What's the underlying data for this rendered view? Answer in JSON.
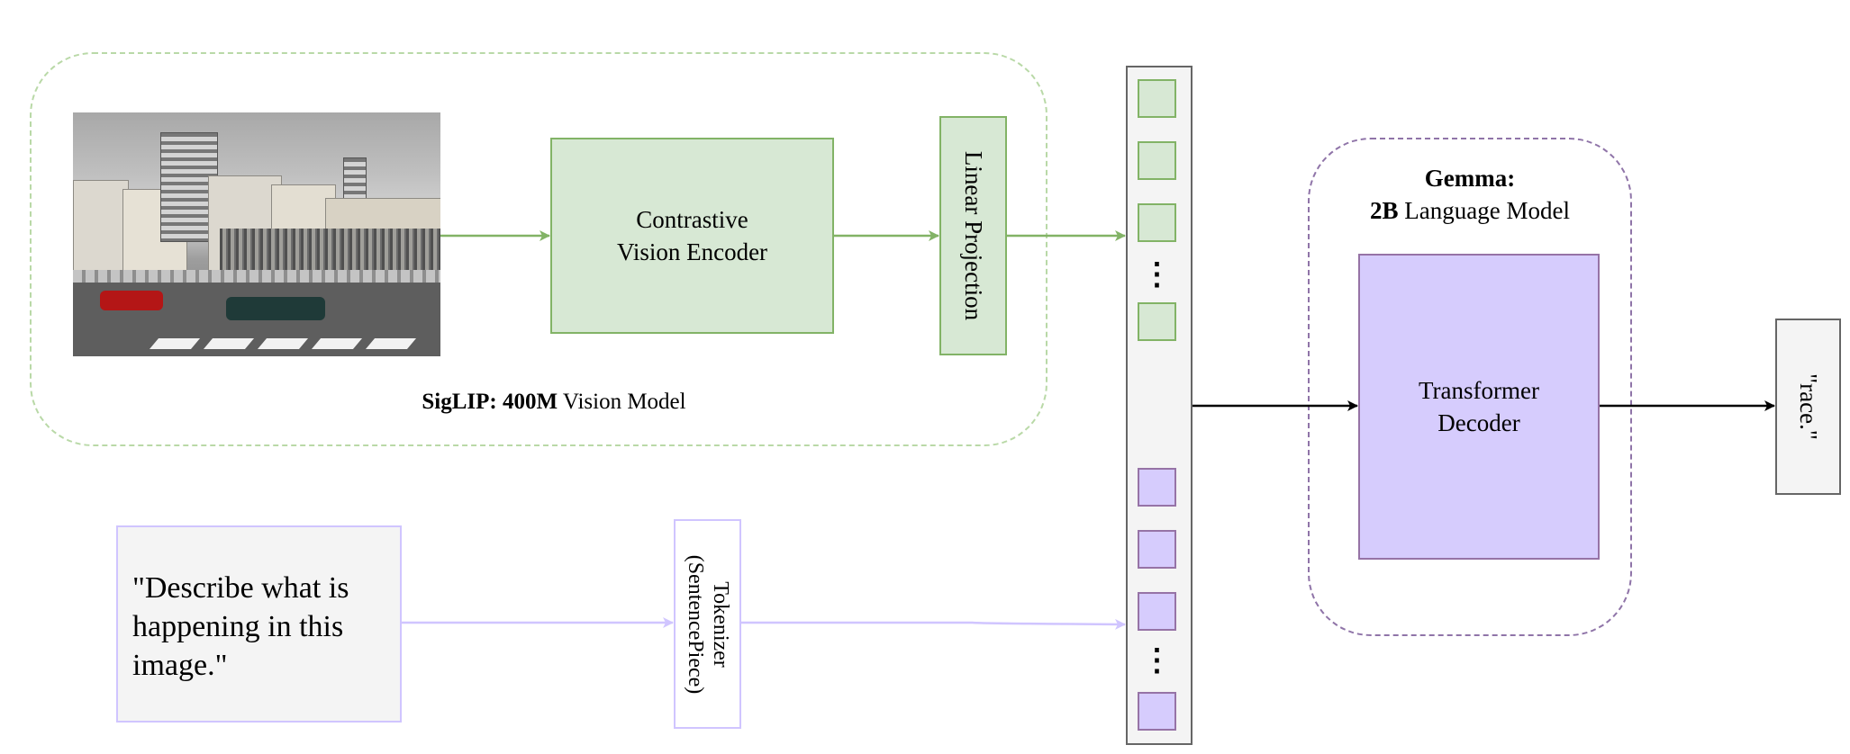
{
  "vision_model": {
    "label_bold": "SigLIP: 400M",
    "label_rest": " Vision Model",
    "encoder_line1": "Contrastive",
    "encoder_line2": "Vision Encoder",
    "projection_label": "Linear Projection"
  },
  "prompt": {
    "text": "\"Describe what is happening in this image.\""
  },
  "tokenizer": {
    "line1": "Tokenizer",
    "line2": "(SentencePiece)"
  },
  "embeddings": {
    "ellipsis": "⋮"
  },
  "language_model": {
    "name": "Gemma:",
    "size_bold": "2B",
    "size_rest": " Language Model",
    "decoder_line1": "Transformer",
    "decoder_line2": "Decoder"
  },
  "output": {
    "text": "\"race.\""
  },
  "colors": {
    "green_fill": "#d7e8d4",
    "green_stroke": "#82b366",
    "purple_fill": "#d6ccfd",
    "purple_stroke": "#9673a6",
    "gray_fill": "#f4f4f4",
    "gray_stroke": "#666666"
  }
}
